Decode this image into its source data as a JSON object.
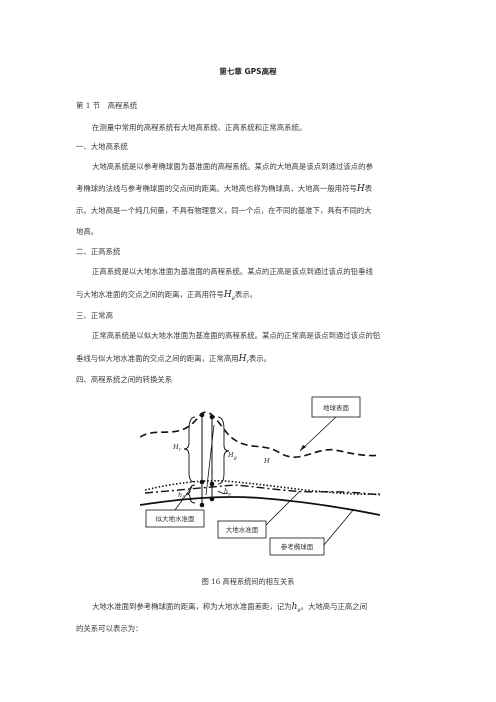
{
  "title": "第七章 GPS高程",
  "section1": "第 1 节　高程系统",
  "intro": "在测量中常用的高程系统有大地高系统、正高系统和正常高系统。",
  "h1": "一、大地高系统",
  "p1_l1": "大地高系统是以参考椭球面为基准面的高程系统。某点的大地高是该点到通过该点的参",
  "p1_l2a": "考椭球的法线与参考椭球面的交点间的距离。大地高也称为椭球高，大地高一般用符号",
  "p1_l2b": "表",
  "p1_l3": "示。大地高是一个纯几何量，不具有物理意义，同一个点，在不同的基准下，具有不同的大",
  "p1_l4": "地高。",
  "h2": "二、正高系统",
  "p2_l1": "正高系统是以大地水准面为基准面的高程系统。某点的正高是该点到通过该点的铅垂线",
  "p2_l2a": "与大地水准面的交点之间的距离，正高用符号",
  "p2_l2b": "表示。",
  "h3": "三、正常高",
  "p3_l1": "正常高系统是以似大地水准面为基准面的高程系统。某点的正常高是该点到通过该点的铅",
  "p3_l2a": "垂线与似大地水准面的交点之间的距离，正常高用",
  "p3_l2b": "表示。",
  "h4": "四、高程系统之间的转换关系",
  "sym_H": "H",
  "sym_Hg": "H",
  "sym_Hg_sub": "g",
  "sym_Hr": "H",
  "sym_Hr_sub": "r",
  "fig": {
    "earth_surface": "地球表面",
    "quasi_geoid": "似大地水准面",
    "geoid": "大地水准面",
    "ellipsoid": "参考椭球面",
    "lbl_Hg": "H",
    "lbl_Hg_sub": "g",
    "lbl_Hr": "H",
    "lbl_Hr_sub": "r",
    "lbl_H": "H",
    "lbl_zeta": "h",
    "lbl_zeta_sub": "ζ",
    "lbl_N": "h",
    "lbl_N_sub": "g"
  },
  "caption": "图 16  高程系统间的相互关系",
  "p5_l1a": "大地水准面到参考椭球面的距离，称为大地水准面差距，记为",
  "p5_sym": "h",
  "p5_sym_sub": "g",
  "p5_l1b": "。大地高与正高之间",
  "p5_l2": "的关系可以表示为："
}
